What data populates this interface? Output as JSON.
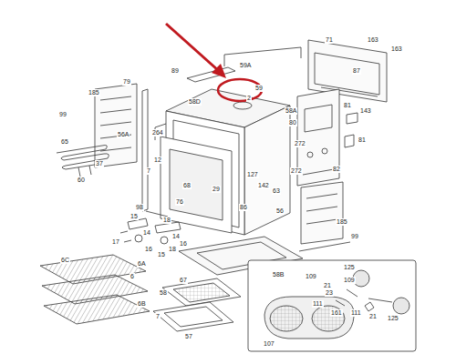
{
  "diagram": {
    "labels": [
      "163",
      "163",
      "71",
      "87",
      "89",
      "59A",
      "59",
      "185",
      "79",
      "58D",
      "2",
      "58A",
      "80",
      "81",
      "143",
      "99",
      "264",
      "56A",
      "65",
      "37",
      "60",
      "12",
      "7",
      "272",
      "272",
      "81",
      "127",
      "142",
      "68",
      "29",
      "63",
      "82",
      "86",
      "76",
      "56",
      "98",
      "15",
      "18",
      "14",
      "14",
      "18",
      "17",
      "16",
      "16",
      "15",
      "185",
      "99",
      "6C",
      "6A",
      "6",
      "58B",
      "6B",
      "58",
      "67",
      "7",
      "57",
      "125",
      "109",
      "21",
      "23",
      "111",
      "161",
      "111",
      "21",
      "109",
      "125",
      "107"
    ]
  }
}
